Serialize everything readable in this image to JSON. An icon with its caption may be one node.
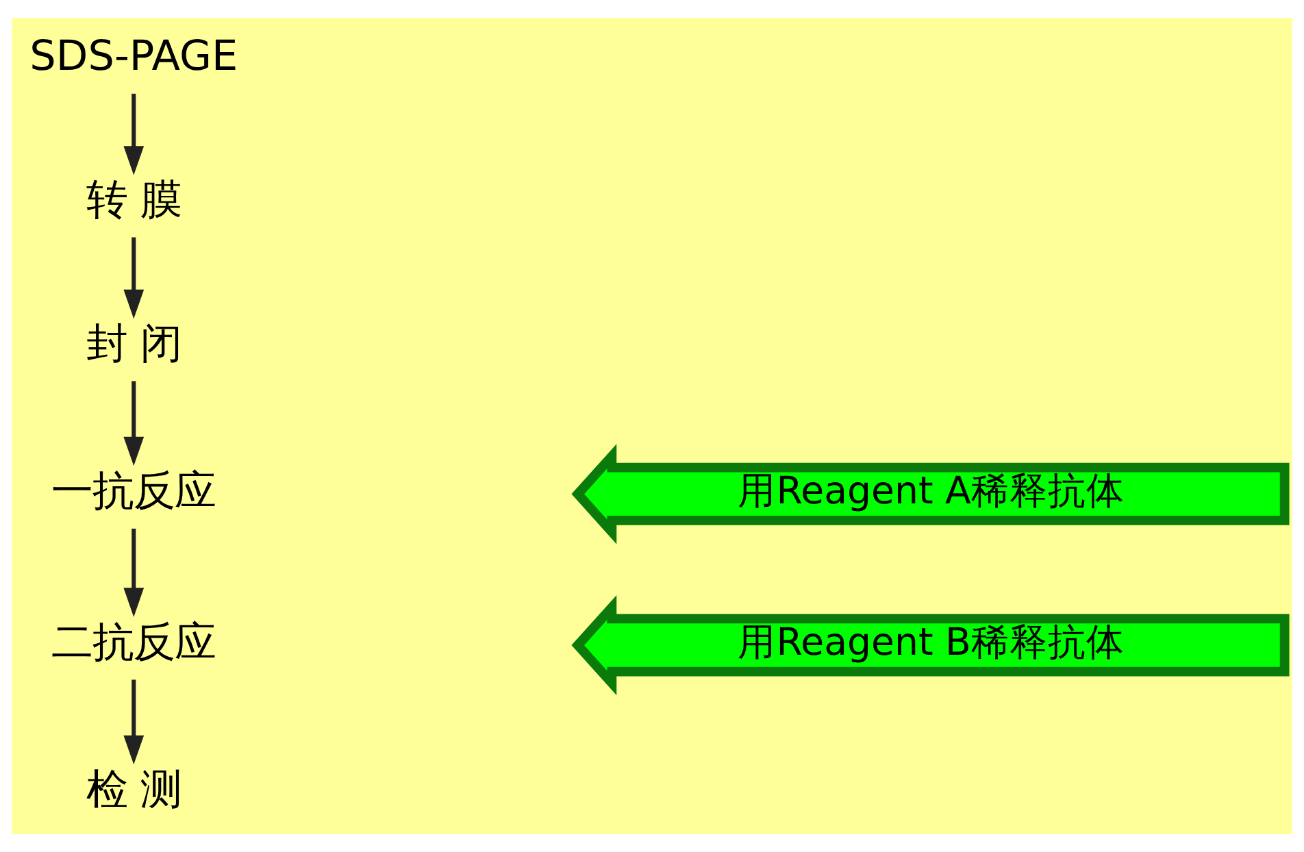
{
  "diagram": {
    "nodes": [
      {
        "text": [
          "SDS-PAGE"
        ]
      },
      {
        "text": [
          "转 膜"
        ]
      },
      {
        "text": [
          "封 闭"
        ]
      },
      {
        "text": [
          "一抗反应"
        ]
      },
      {
        "text": [
          "二抗反应"
        ]
      },
      {
        "text": [
          "检 测"
        ]
      },
      {
        "text": [
          "用Reagent A稀释抗体"
        ]
      },
      {
        "text": [
          "用Reagent B稀释抗体"
        ]
      }
    ],
    "edges": [
      {
        "from": 0,
        "to": 1,
        "arrow": "to"
      },
      {
        "from": 1,
        "to": 2,
        "arrow": "to"
      },
      {
        "from": 2,
        "to": 3,
        "arrow": "to"
      },
      {
        "from": 3,
        "to": 4,
        "arrow": "to"
      },
      {
        "from": 4,
        "to": 5,
        "arrow": "to"
      }
    ]
  }
}
